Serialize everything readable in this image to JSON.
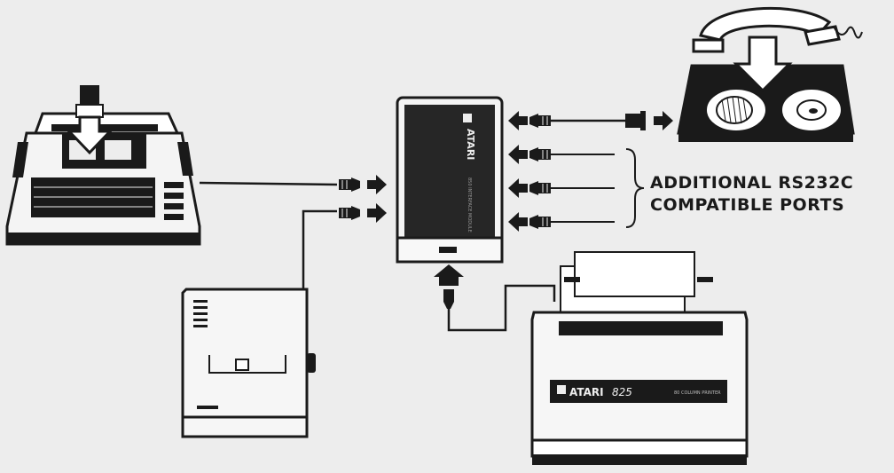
{
  "diagram": {
    "ports_label": {
      "line1": "ADDITIONAL RS232C",
      "line2": "COMPATIBLE PORTS"
    },
    "interface_brand": "ATARI",
    "interface_model": "850 INTERFACE MODULE",
    "printer_brand": "ATARI",
    "printer_model": "825",
    "printer_name": "80 COLUMN PRINTER",
    "colors": {
      "background": "#ededed",
      "ink": "#1a1a1a",
      "dark_panel": "#262626"
    },
    "icons": [
      "computer-icon",
      "telephone-modem-icon",
      "interface-module-icon",
      "printer-icon",
      "disk-drive-icon",
      "arrow-icon",
      "plug-icon"
    ]
  }
}
